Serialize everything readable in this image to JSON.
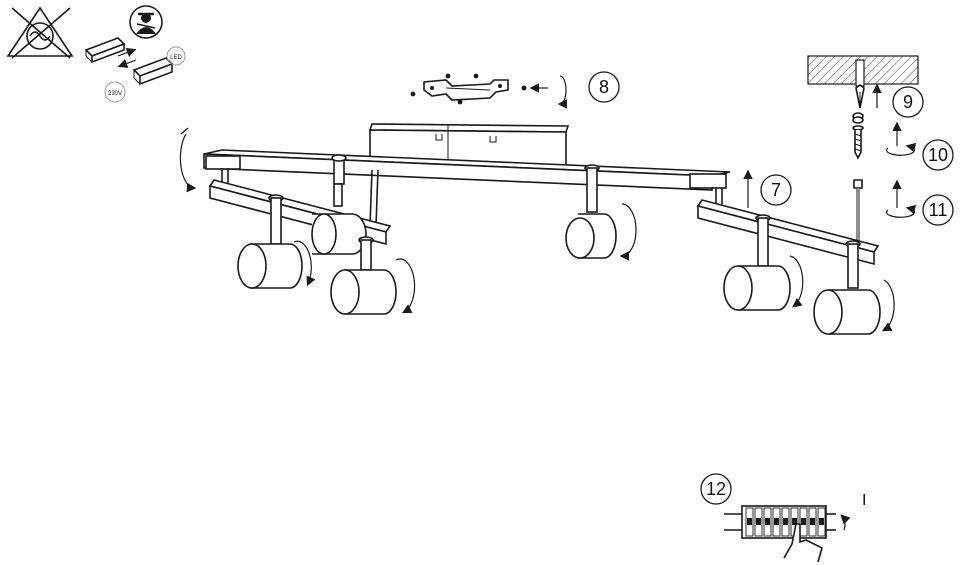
{
  "steps": [
    {
      "number": "7"
    },
    {
      "number": "8"
    },
    {
      "number": "9"
    },
    {
      "number": "10"
    },
    {
      "number": "11"
    },
    {
      "number": "12"
    }
  ],
  "switch_mark": "I",
  "driver_labels": {
    "left": "230V",
    "right": "LED"
  },
  "icons": [
    "no-dimmer-icon",
    "electrician-icon",
    "led-driver-icon"
  ],
  "colors": {
    "line": "#1a1a1a",
    "background": "#ffffff"
  }
}
